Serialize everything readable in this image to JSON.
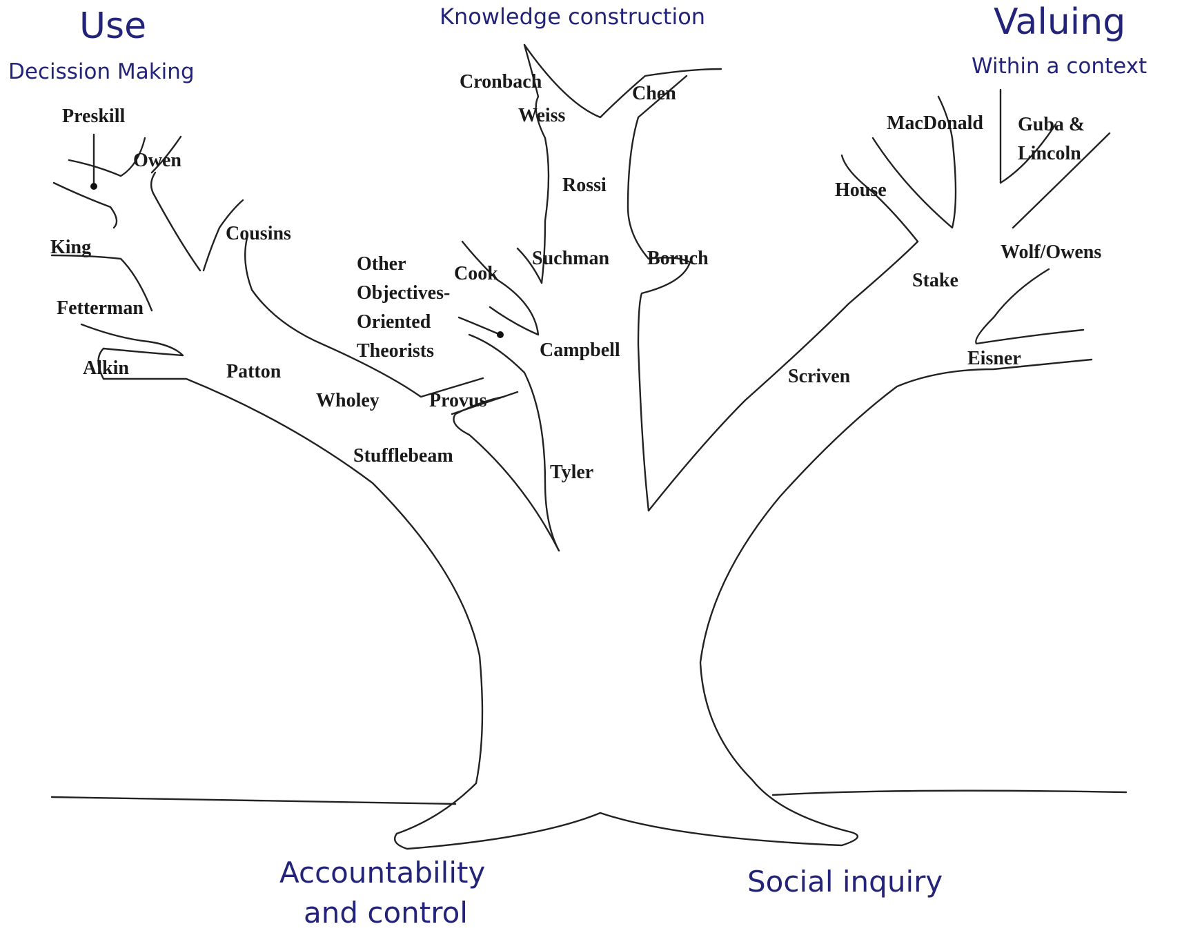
{
  "categories": {
    "use": {
      "title": "Use",
      "subtitle": "Decission Making"
    },
    "knowledge": {
      "title": "Knowledge construction"
    },
    "valuing": {
      "title": "Valuing",
      "subtitle": "Within a context"
    },
    "accountability": {
      "line1": "Accountability",
      "line2": "and control"
    },
    "social": {
      "title": "Social inquiry"
    }
  },
  "theorists": {
    "preskill": "Preskill",
    "owen": "Owen",
    "king": "King",
    "cousins": "Cousins",
    "fetterman": "Fetterman",
    "alkin": "Alkin",
    "patton": "Patton",
    "wholey": "Wholey",
    "provus": "Provus",
    "stufflebeam": "Stufflebeam",
    "tyler": "Tyler",
    "other1": "Other",
    "other2": "Objectives-",
    "other3": "Oriented",
    "other4": "Theorists",
    "cook": "Cook",
    "campbell": "Campbell",
    "cronbach": "Cronbach",
    "weiss": "Weiss",
    "chen": "Chen",
    "rossi": "Rossi",
    "suchman": "Suchman",
    "boruch": "Boruch",
    "macdonald": "MacDonald",
    "guba": "Guba &",
    "lincoln": "Lincoln",
    "house": "House",
    "stake": "Stake",
    "wolf": "Wolf/Owens",
    "eisner": "Eisner",
    "scriven": "Scriven"
  },
  "colors": {
    "category": "#23237a",
    "ink": "#1a1a1a"
  }
}
